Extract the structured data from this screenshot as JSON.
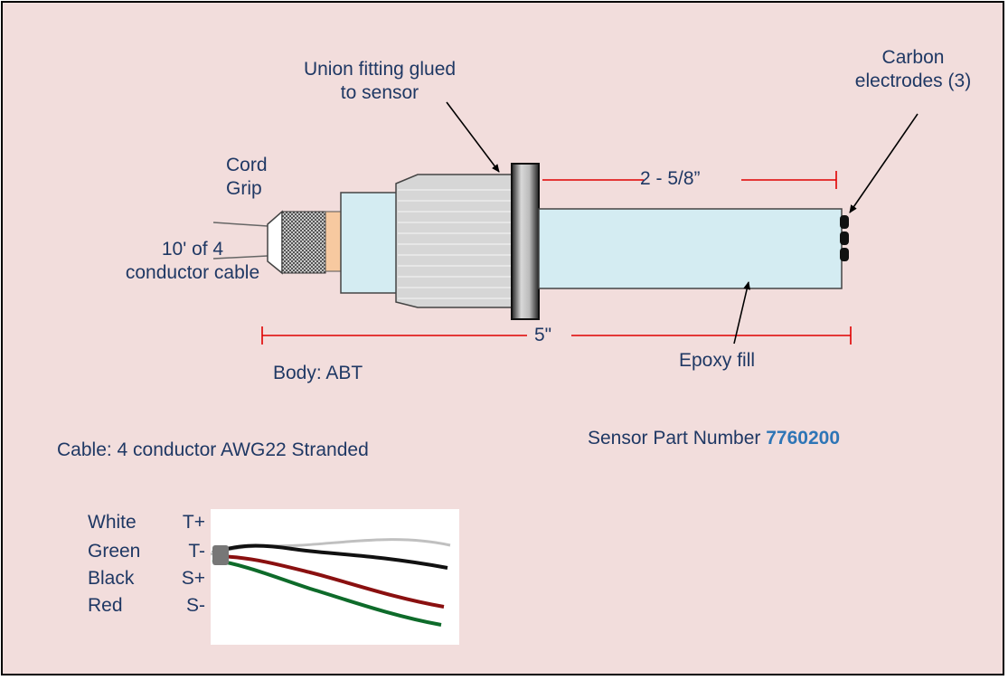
{
  "labels": {
    "union": "Union fitting glued\nto sensor",
    "carbon": "Carbon\nelectrodes (3)",
    "cord_grip": "Cord\nGrip",
    "cable_len": "10' of 4\nconductor cable",
    "dim_short": "2 - 5/8”",
    "dim_long": "5\"",
    "body": "Body: ABT",
    "epoxy": "Epoxy fill",
    "cable_spec": "Cable: 4 conductor AWG22 Stranded",
    "part_prefix": "Sensor Part Number ",
    "part_number": "7760200"
  },
  "wires": [
    {
      "color": "White",
      "terminal": "T+"
    },
    {
      "color": "Green",
      "terminal": "T-"
    },
    {
      "color": "Black",
      "terminal": "S+"
    },
    {
      "color": "Red",
      "terminal": "S-"
    }
  ],
  "colors": {
    "background": "#f2dddc",
    "label_text": "#1f3864",
    "part_number": "#2e75b6",
    "dimension_line": "#e00000",
    "sensor_tube": "#d4ecf2",
    "union_body": "#d6d6d6"
  }
}
